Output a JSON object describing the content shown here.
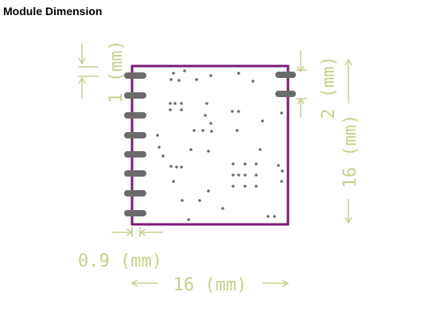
{
  "title": "Module Dimension",
  "labels": {
    "pin_pitch": "1 (mm)",
    "pad_spacing": "2 (mm)",
    "height": "16 (mm)",
    "offset": "0.9 (mm)",
    "width": "16 (mm)"
  },
  "colors": {
    "outline": "#7a1a78",
    "pads": "#6b6b6b",
    "dimension": "#c9cf8a"
  }
}
